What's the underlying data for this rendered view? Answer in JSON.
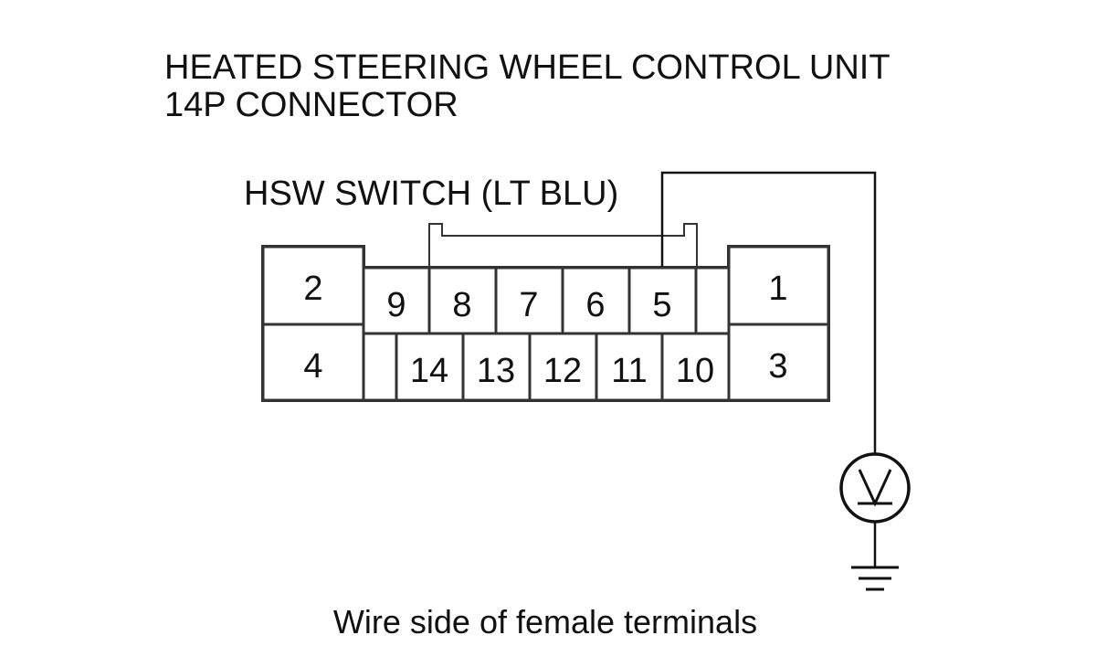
{
  "title": {
    "line1": "HEATED STEERING WHEEL CONTROL UNIT",
    "line2": "14P CONNECTOR"
  },
  "wire_label": "HSW SWITCH (LT BLU)",
  "pins": {
    "p1": "1",
    "p2": "2",
    "p3": "3",
    "p4": "4",
    "p5": "5",
    "p6": "6",
    "p7": "7",
    "p8": "8",
    "p9": "9",
    "p10": "10",
    "p11": "11",
    "p12": "12",
    "p13": "13",
    "p14": "14"
  },
  "probe_pin": "5",
  "meter_symbol": "V",
  "footer": "Wire side of female terminals"
}
